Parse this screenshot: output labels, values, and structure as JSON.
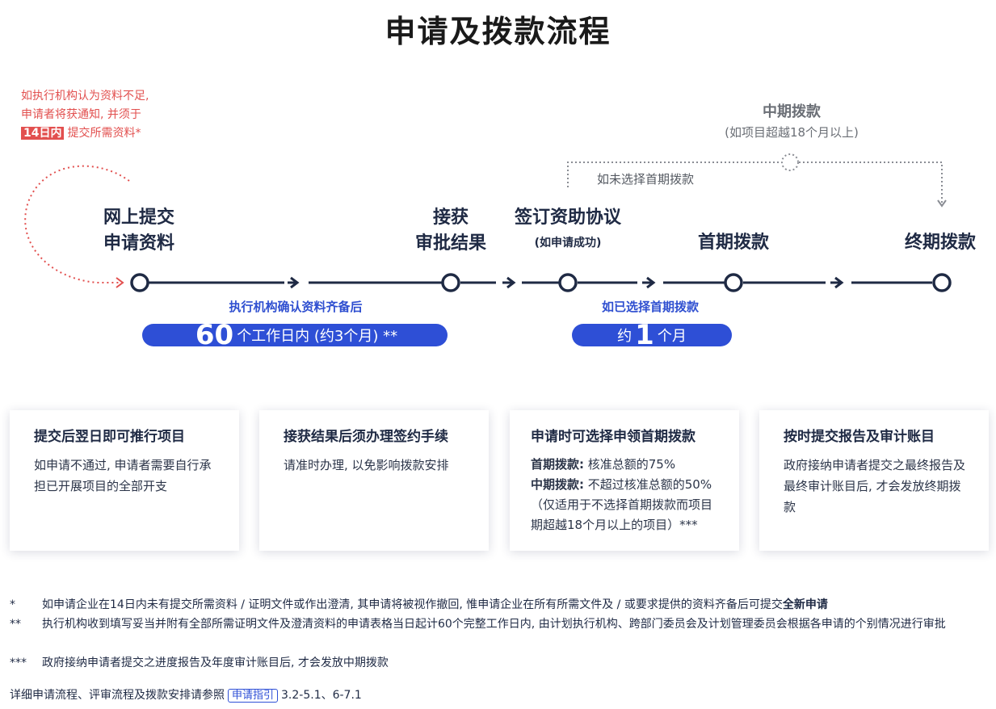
{
  "title": "申请及拨款流程",
  "red_note": {
    "line1": "如执行机构认为资料不足,",
    "line2": "申请者将获通知, 并须于",
    "badge": "14日内",
    "line3": "提交所需资料*"
  },
  "mid_payment": {
    "title": "中期拨款",
    "subtitle": "(如项目超越18个月以上)",
    "not_chosen": "如未选择首期拨款"
  },
  "steps": {
    "s1": [
      "网上提交",
      "申请资料"
    ],
    "s2": [
      "接获",
      "审批结果"
    ],
    "s3": {
      "title": "签订资助协议",
      "sub": "(如申请成功)"
    },
    "s4": "首期拨款",
    "s5": "终期拨款"
  },
  "timeline": {
    "left_label": "执行机构确认资料齐备后",
    "left_pill": {
      "num": "60",
      "text": "个工作日内 (约3个月) **"
    },
    "right_label": "如已选择首期拨款",
    "right_pill": {
      "pre": "约",
      "num": "1",
      "text": "个月"
    }
  },
  "cards": [
    {
      "title": "提交后翌日即可推行项目",
      "body": "如申请不通过, 申请者需要自行承担已开展项目的全部开支"
    },
    {
      "title": "接获结果后须办理签约手续",
      "body": "请准时办理, 以免影响拨款安排"
    },
    {
      "title": "申请时可选择申领首期拨款",
      "l1b": "首期拨款:",
      "l1": " 核准总额的75%",
      "l2b": "中期拨款:",
      "l2": " 不超过核准总额的50%",
      "l3": "（仅适用于不选择首期拨款而项目期超越18个月以上的项目）***"
    },
    {
      "title": "按时提交报告及审计账目",
      "body": "政府接纳申请者提交之最终报告及最终审计账目后, 才会发放终期拨款"
    }
  ],
  "footnotes": [
    {
      "mark": "*",
      "text": "如申请企业在14日内未有提交所需资料 / 证明文件或作出澄清, 其申请将被视作撤回, 惟申请企业在所有所需文件及 / 或要求提供的资料齐备后可提交",
      "bold": "全新申请"
    },
    {
      "mark": "**",
      "text": "执行机构收到填写妥当并附有全部所需证明文件及澄清资料的申请表格当日起计60个完整工作日内, 由计划执行机构、跨部门委员会及计划管理委员会根据各申请的个别情况进行审批"
    },
    {
      "mark": "***",
      "text": "政府接纳申请者提交之进度报告及年度审计账目后, 才会发放中期拨款"
    }
  ],
  "bottom": {
    "pre": "详细申请流程、评审流程及拨款安排请参照",
    "tag": "申请指引",
    "post": "3.2-5.1、6-7.1"
  },
  "colors": {
    "navy": "#1f2a44",
    "blue": "#2e4fd6",
    "red": "#e2504f"
  }
}
